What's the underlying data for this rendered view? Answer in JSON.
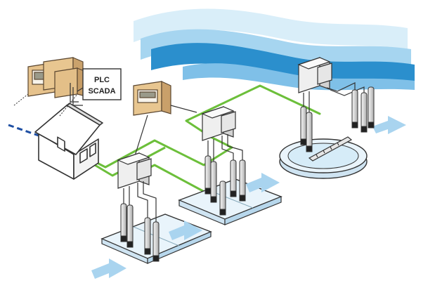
{
  "labels": {
    "plc": "PLC",
    "scada": "SCADA"
  },
  "colors": {
    "network_line": "#6cbf3a",
    "water_wave_dark": "#2b8fcd",
    "water_wave_light": "#bfe2f5",
    "flow_arrow": "#a9d4ef",
    "basin_water": "#d6ecf8",
    "transmitter_body": "#e9e9e9",
    "controller_body": "#e9c89a",
    "sensor_probe": "#d8d8d8",
    "cable": "#333333"
  },
  "icons": {
    "house": "building-icon",
    "controller": "multi-channel-controller",
    "transmitter": "field-transmitter",
    "probe": "sensor-probe",
    "arrow": "flow-arrow"
  }
}
